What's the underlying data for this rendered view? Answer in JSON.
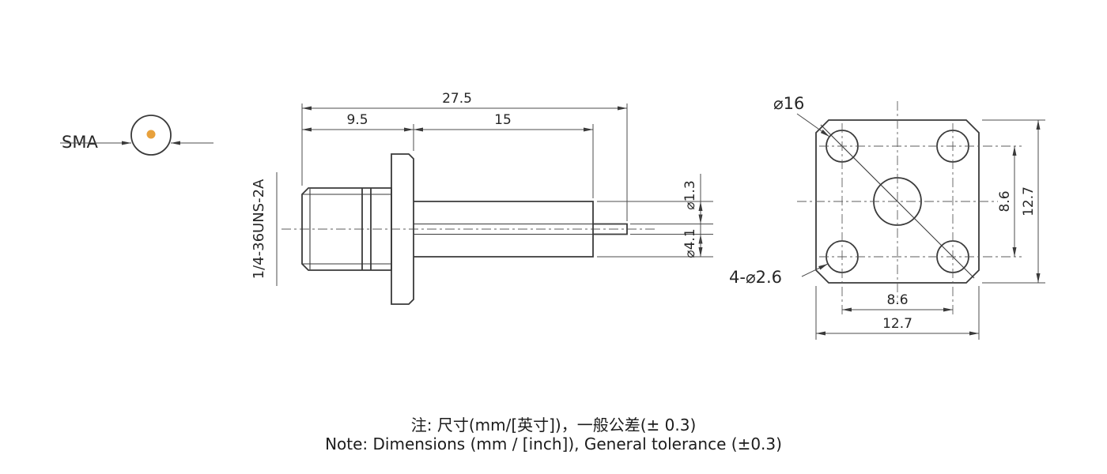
{
  "colors": {
    "line": "#3a3a3a",
    "dimension": "#4d4d4d",
    "text": "#262626",
    "accent_dot": "#e8a13c",
    "background": "#ffffff"
  },
  "connector_symbol": {
    "label": "SMA"
  },
  "side_view": {
    "thread_spec": "1/4-36UNS-2A",
    "dims": {
      "overall_length": "27.5",
      "front_length": "9.5",
      "rear_length": "15",
      "pin_diameter": "⌀1.3",
      "body_diameter": "⌀4.1"
    }
  },
  "front_view": {
    "dims": {
      "flange_diameter": "⌀16",
      "mounting_holes": "4-⌀2.6",
      "hole_spacing_v": "8.6",
      "flange_height": "12.7",
      "hole_spacing_h": "8.6",
      "flange_width": "12.7"
    }
  },
  "notes": {
    "line1": "注: 尺寸(mm/[英寸])，一般公差(± 0.3)",
    "line2": "Note: Dimensions (mm / [inch]), General tolerance (±0.3)"
  }
}
